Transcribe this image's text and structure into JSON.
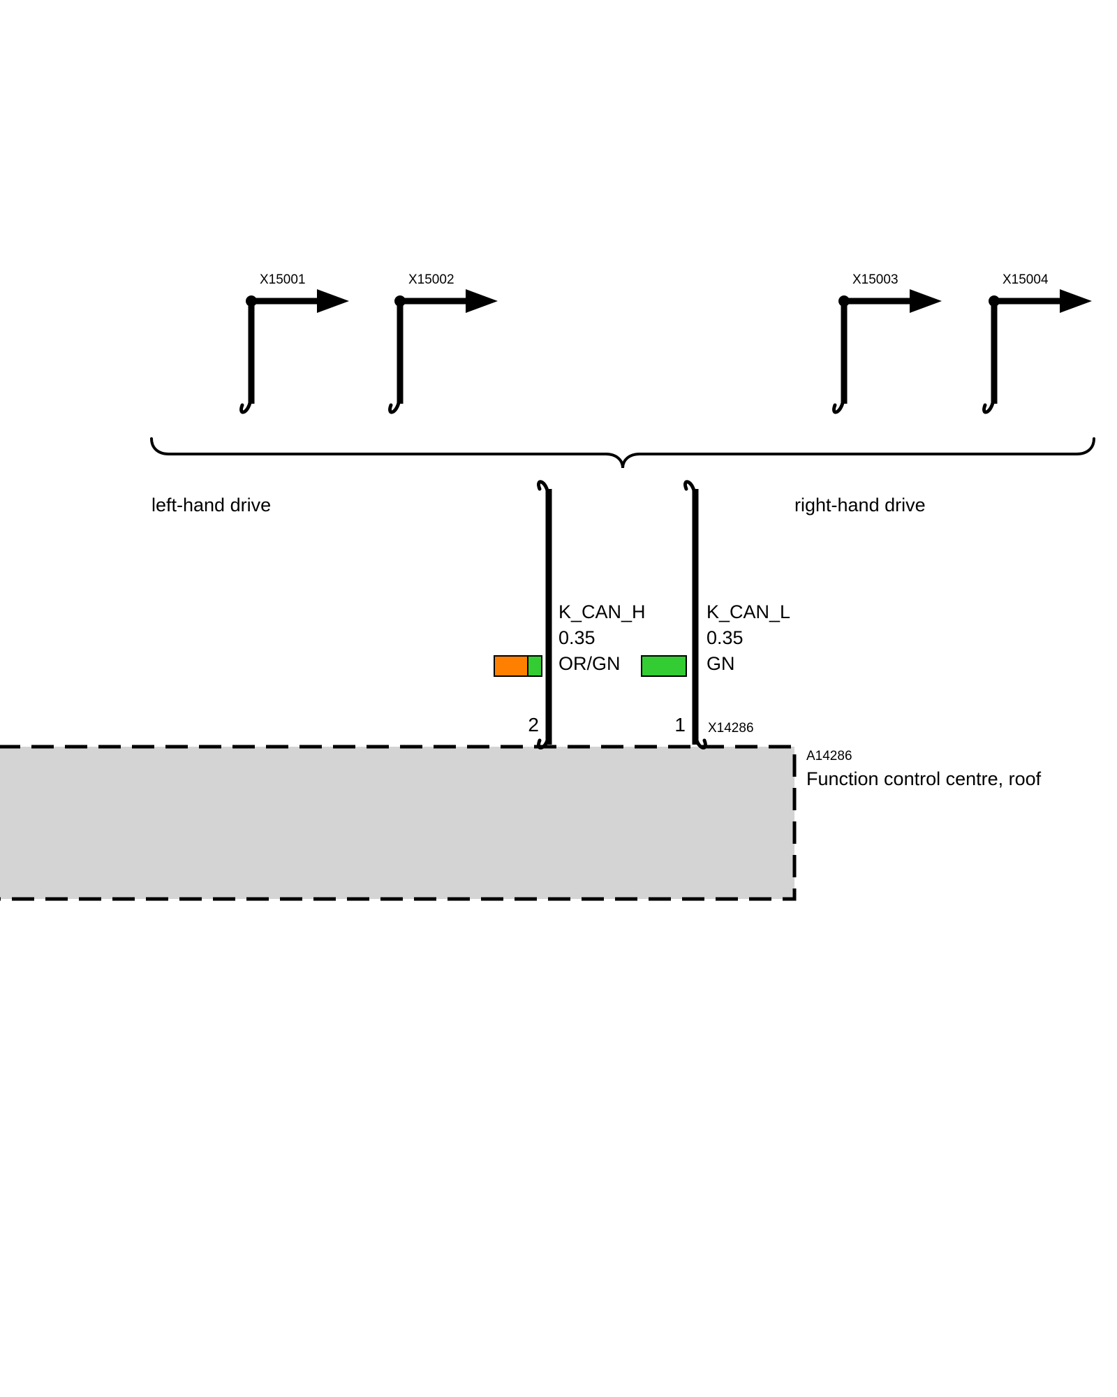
{
  "diagram": {
    "top_connectors": [
      {
        "id": "X15001"
      },
      {
        "id": "X15002"
      },
      {
        "id": "X15003"
      },
      {
        "id": "X15004"
      }
    ],
    "drive_variants": {
      "left_label": "left-hand drive",
      "right_label": "right-hand drive"
    },
    "wires": [
      {
        "signal": "K_CAN_H",
        "cross_section": "0.35",
        "color_code": "OR/GN",
        "swatch_colors": {
          "orange": "#FF8000",
          "green": "#33CC33"
        },
        "pin": "2"
      },
      {
        "signal": "K_CAN_L",
        "cross_section": "0.35",
        "color_code": "GN",
        "swatch_colors": {
          "green": "#33CC33"
        },
        "pin": "1"
      }
    ],
    "bottom_connector": {
      "id": "X14286"
    },
    "module": {
      "id": "A14286",
      "name": "Function control centre, roof",
      "box_fill": "#D4D4D4"
    }
  }
}
